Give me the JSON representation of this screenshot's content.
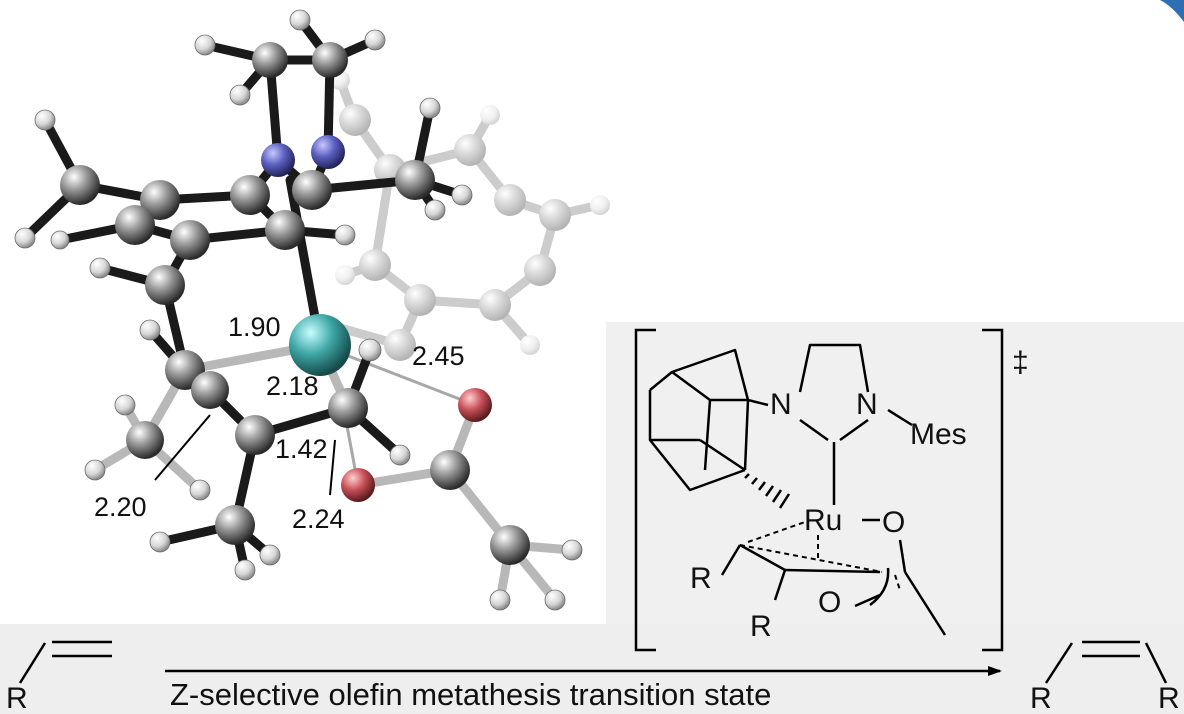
{
  "molecule_3d": {
    "distances": [
      "1.90",
      "2.18",
      "2.45",
      "1.42",
      "2.20",
      "2.24"
    ]
  },
  "ts_structure": {
    "atoms": {
      "n1": "N",
      "n2": "N",
      "mes": "Mes",
      "ru": "Ru",
      "o1": "O",
      "o2": "O",
      "r1": "R",
      "r2": "R"
    },
    "bracket_mark": "‡"
  },
  "scheme": {
    "reactant_r": "R",
    "product_r1": "R",
    "product_r2": "R",
    "caption": "Z-selective olefin metathesis transition state"
  },
  "colors": {
    "carbon": "#8a8a8a",
    "hydrogen": "#d8d8d8",
    "nitrogen": "#5a5fc0",
    "oxygen": "#c85058",
    "ruthenium": "#3ea7a6",
    "panel": "#f0f0f0"
  }
}
